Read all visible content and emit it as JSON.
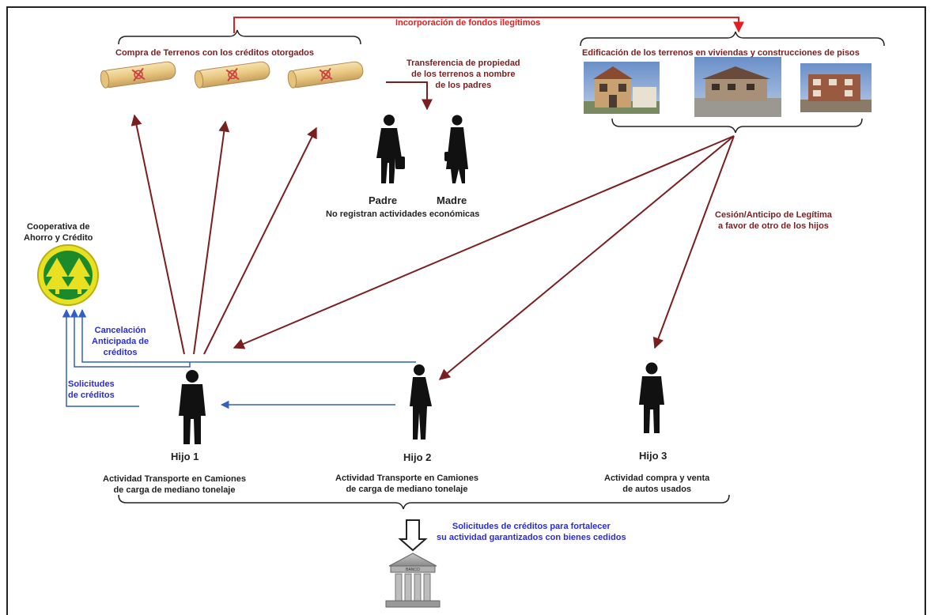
{
  "top_flow": {
    "label": "Incorporación de fondos ilegítimos"
  },
  "land": {
    "label": "Compra de Terrenos con los créditos otorgados"
  },
  "buildings": {
    "label": "Edificación de los terrenos en viviendas y construcciones de pisos"
  },
  "transfer": {
    "lines": [
      "Transferencia de propiedad",
      "de los terrenos a nombre",
      "de los padres"
    ]
  },
  "parents": {
    "father_label": "Padre",
    "mother_label": "Madre",
    "note": "No registran actividades económicas"
  },
  "cooperative": {
    "lines": [
      "Cooperativa de",
      "Ahorro y Crédito"
    ]
  },
  "cession": {
    "lines": [
      "Cesión/Anticipo de Legítima",
      "a favor de otro de los hijos"
    ]
  },
  "early_cancel": {
    "lines": [
      "Cancelación",
      "Anticipada de",
      "créditos"
    ]
  },
  "credit_requests": {
    "lines": [
      "Solicitudes",
      "de créditos"
    ]
  },
  "children": [
    {
      "name": "Hijo 1",
      "activity": [
        "Actividad Transporte en Camiones",
        "de carga de mediano tonelaje"
      ]
    },
    {
      "name": "Hijo 2",
      "activity": [
        "Actividad Transporte en Camiones",
        "de carga de mediano tonelaje"
      ]
    },
    {
      "name": "Hijo 3",
      "activity": [
        "Actividad compra y venta",
        "de autos usados"
      ]
    }
  ],
  "bank_request": {
    "lines": [
      "Solicitudes de créditos para fortalecer",
      "su actividad garantizados con bienes cedidos"
    ]
  },
  "bank": {
    "sign": "BANCO"
  },
  "colors": {
    "flow_red": "#e02020",
    "flow_brown": "#7a1f1f",
    "flow_blue": "#3060c0",
    "coop_green": "#1a8a2a",
    "coop_yellow": "#e8e020"
  }
}
